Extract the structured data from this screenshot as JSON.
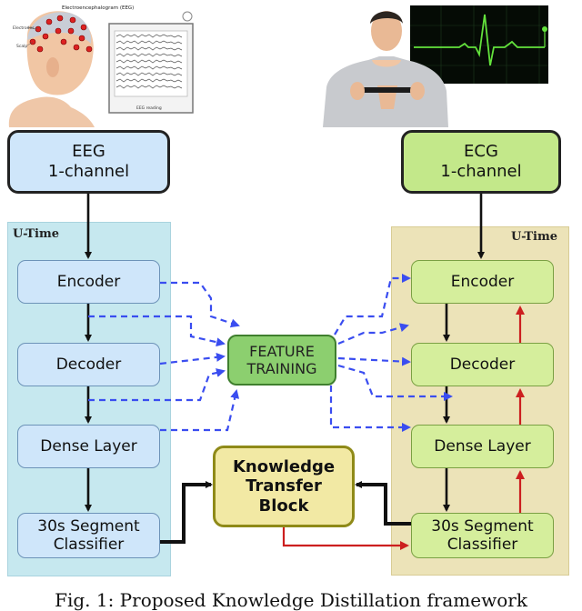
{
  "panels": {
    "left_title": "U-Time",
    "right_title": "U-Time"
  },
  "eeg": {
    "input": "EEG\n1-channel",
    "encoder": "Encoder",
    "decoder": "Decoder",
    "dense": "Dense Layer",
    "classifier": "30s Segment\nClassifier"
  },
  "ecg": {
    "input": "ECG\n1-channel",
    "encoder": "Encoder",
    "decoder": "Decoder",
    "dense": "Dense Layer",
    "classifier": "30s Segment\nClassifier"
  },
  "center": {
    "feature_training": "FEATURE\nTRAINING",
    "knowledge_transfer": "Knowledge\nTransfer\nBlock"
  },
  "eeg_image": {
    "title": "Electroencephalogram (EEG)",
    "electrodes": "Electrodes",
    "scalp": "Scalp",
    "reading": "EEG reading"
  },
  "caption": "Fig. 1: Proposed Knowledge Distillation framework",
  "colors": {
    "eeg_box": "#cfe6fa",
    "ecg_box": "#d5ee9c",
    "feature_box": "#8ccf6f",
    "kt_box": "#f2e9a4",
    "blue_arrow": "#3a4df0",
    "red_arrow": "#cc1f1f",
    "black_arrow": "#111111"
  }
}
